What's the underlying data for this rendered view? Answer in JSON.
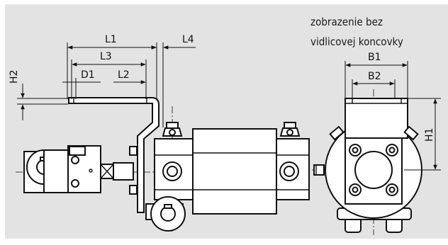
{
  "caption": {
    "line1": "zobrazenie bez",
    "line2": "vidlicovej koncovky"
  },
  "dimensions": {
    "L1": "L1",
    "L3": "L3",
    "L4": "L4",
    "D1": "D1",
    "L2": "L2",
    "H2": "H2",
    "B1": "B1",
    "B2": "B2",
    "H1": "H1"
  },
  "colors": {
    "panel": "#e3e3e3",
    "line": "#111111",
    "part": "#ffffff"
  }
}
